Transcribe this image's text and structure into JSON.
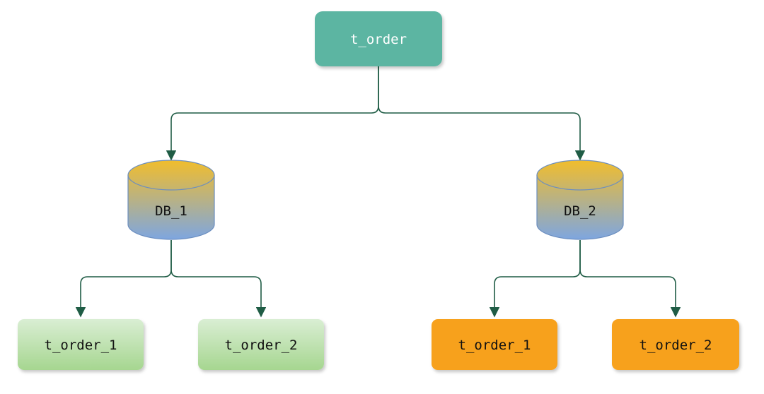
{
  "diagram": {
    "root": {
      "label": "t_order",
      "color": "#5bb5a2"
    },
    "databases": [
      {
        "label": "DB_1",
        "color_top": "#f1bd2c",
        "color_bottom": "#7ea6e0"
      },
      {
        "label": "DB_2",
        "color_top": "#f1bd2c",
        "color_bottom": "#7ea6e0"
      }
    ],
    "tables": [
      {
        "label": "t_order_1",
        "database": "DB_1",
        "color": "#c9e6bf"
      },
      {
        "label": "t_order_2",
        "database": "DB_1",
        "color": "#c9e6bf"
      },
      {
        "label": "t_order_1",
        "database": "DB_2",
        "color": "#f7a11a"
      },
      {
        "label": "t_order_2",
        "database": "DB_2",
        "color": "#f7a11a"
      }
    ],
    "edge_color": "#1f5c45"
  }
}
